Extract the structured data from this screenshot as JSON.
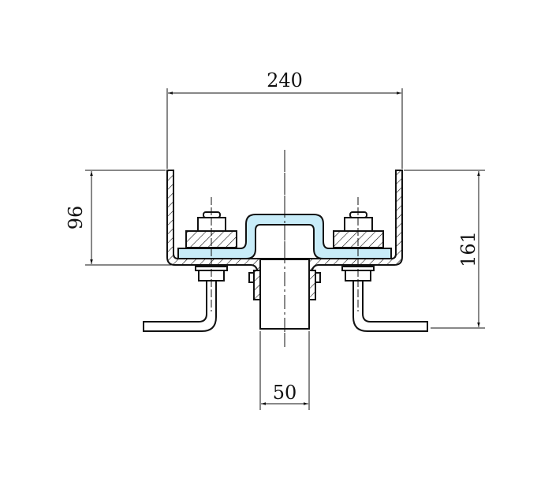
{
  "dimensions": {
    "top_width": "240",
    "left_height": "96",
    "right_height": "161",
    "tube_width": "50"
  },
  "colors": {
    "plate_fill": "#c8ecf8",
    "line": "#111111"
  }
}
